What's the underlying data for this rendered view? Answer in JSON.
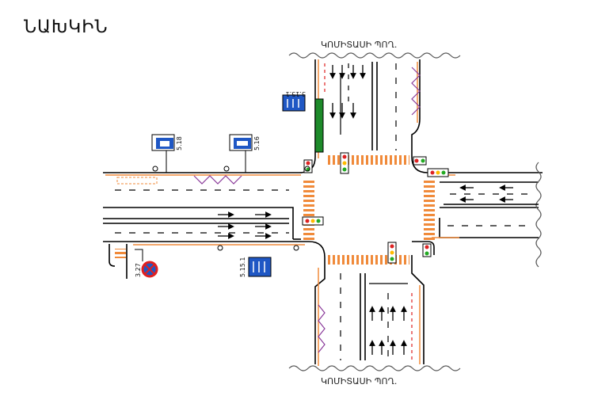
{
  "title": "ՆԱԽԿԻՆ",
  "streets": {
    "north": "ԿՈՄԻՏԱՍԻ ՊՈՂ.",
    "south": "ԿՈՄԻՏԱՍԻ ՊՈՂ."
  },
  "signs": {
    "s518": "5.18",
    "s516": "5.16",
    "s5151_top": "5.15.1",
    "s5151_bottom": "5.15.1",
    "s327": "3.27"
  },
  "colors": {
    "road_line": "#000000",
    "crosswalk": "#f08a3a",
    "bus_sign": "#1f57c4",
    "median": "#1d8a2a",
    "zigzag": "#8a3a9a",
    "red_dashes": "#e02020"
  }
}
